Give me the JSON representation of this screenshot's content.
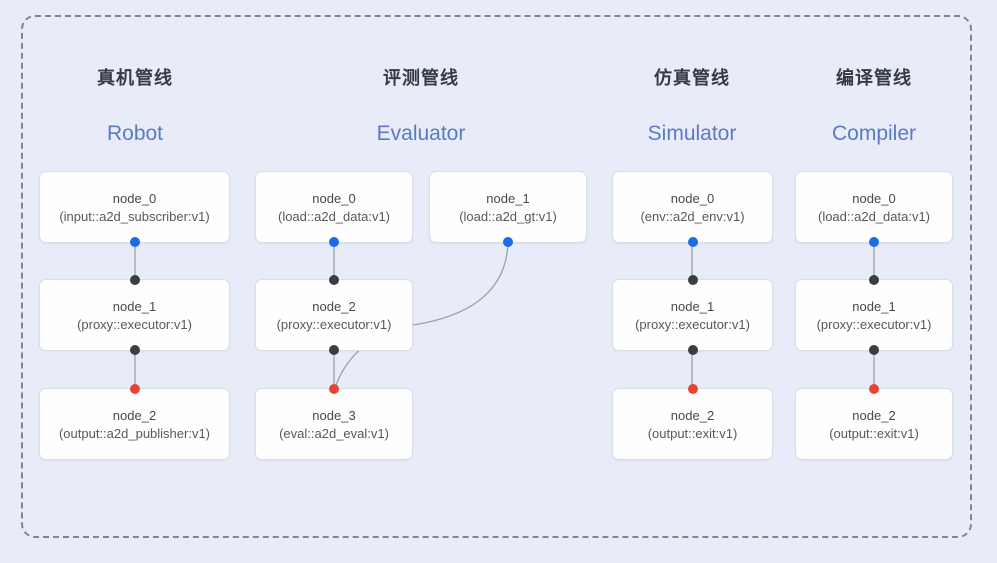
{
  "colors": {
    "canvas_bg": "#e8ecf8",
    "frame_dash": "#7f8692",
    "node_fill": "#fefefe",
    "node_border": "#d9dde6",
    "header_zh": "#353b46",
    "header_en": "#5b7ac3",
    "edge": "#98a2b3",
    "output_port_blue": "#1d6ae5",
    "executor_port_dark": "#3c3d40",
    "input_port_red": "#e84531"
  },
  "pipelines": [
    {
      "title_zh": "真机管线",
      "title_en": "Robot",
      "nodes": [
        {
          "name": "node_0",
          "detail": "(input::a2d_subscriber:v1)",
          "ports": {
            "top": null,
            "bottom": "blue"
          }
        },
        {
          "name": "node_1",
          "detail": "(proxy::executor:v1)",
          "ports": {
            "top": "dark",
            "bottom": "dark"
          }
        },
        {
          "name": "node_2",
          "detail": "(output::a2d_publisher:v1)",
          "ports": {
            "top": "red",
            "bottom": null
          }
        }
      ],
      "edges": [
        {
          "from": "node_0",
          "to": "node_1",
          "shape": "straight"
        },
        {
          "from": "node_1",
          "to": "node_2",
          "shape": "straight"
        }
      ]
    },
    {
      "title_zh": "评测管线",
      "title_en": "Evaluator",
      "nodes": [
        {
          "name": "node_0",
          "detail": "(load::a2d_data:v1)",
          "ports": {
            "top": null,
            "bottom": "blue"
          }
        },
        {
          "name": "node_1",
          "detail": "(load::a2d_gt:v1)",
          "ports": {
            "top": null,
            "bottom": "blue"
          }
        },
        {
          "name": "node_2",
          "detail": "(proxy::executor:v1)",
          "ports": {
            "top": "dark",
            "bottom": "dark"
          }
        },
        {
          "name": "node_3",
          "detail": "(eval::a2d_eval:v1)",
          "ports": {
            "top": "red",
            "bottom": null
          }
        }
      ],
      "edges": [
        {
          "from": "node_0",
          "to": "node_2",
          "shape": "straight"
        },
        {
          "from": "node_1",
          "to": "node_3",
          "shape": "curved"
        },
        {
          "from": "node_2",
          "to": "node_3",
          "shape": "straight"
        }
      ]
    },
    {
      "title_zh": "仿真管线",
      "title_en": "Simulator",
      "nodes": [
        {
          "name": "node_0",
          "detail": "(env::a2d_env:v1)",
          "ports": {
            "top": null,
            "bottom": "blue"
          }
        },
        {
          "name": "node_1",
          "detail": "(proxy::executor:v1)",
          "ports": {
            "top": "dark",
            "bottom": "dark"
          }
        },
        {
          "name": "node_2",
          "detail": "(output::exit:v1)",
          "ports": {
            "top": "red",
            "bottom": null
          }
        }
      ],
      "edges": [
        {
          "from": "node_0",
          "to": "node_1",
          "shape": "straight"
        },
        {
          "from": "node_1",
          "to": "node_2",
          "shape": "straight"
        }
      ]
    },
    {
      "title_zh": "编译管线",
      "title_en": "Compiler",
      "nodes": [
        {
          "name": "node_0",
          "detail": "(load::a2d_data:v1)",
          "ports": {
            "top": null,
            "bottom": "blue"
          }
        },
        {
          "name": "node_1",
          "detail": "(proxy::executor:v1)",
          "ports": {
            "top": "dark",
            "bottom": "dark"
          }
        },
        {
          "name": "node_2",
          "detail": "(output::exit:v1)",
          "ports": {
            "top": "red",
            "bottom": null
          }
        }
      ],
      "edges": [
        {
          "from": "node_0",
          "to": "node_1",
          "shape": "straight"
        },
        {
          "from": "node_1",
          "to": "node_2",
          "shape": "straight"
        }
      ]
    }
  ]
}
